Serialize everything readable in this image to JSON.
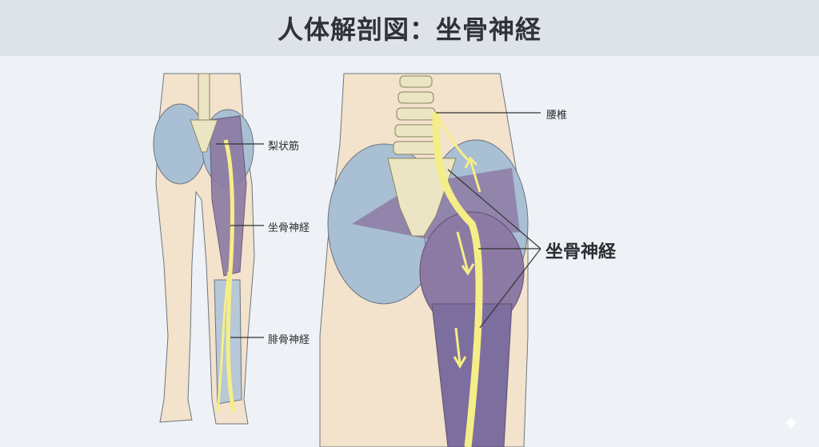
{
  "title": "人体解剖図：坐骨神経",
  "labels": {
    "piriformis": "梨状筋",
    "sciatic_small": "坐骨神経",
    "peroneal": "腓骨神経",
    "lumbar": "腰椎",
    "sciatic_large": "坐骨神経"
  },
  "colors": {
    "skin": "#f3e2cc",
    "gluteal": "#a9bfd3",
    "muscle": "#8d7aa4",
    "nerve": "#f5ee86",
    "bone": "#ebe5c3"
  },
  "watermark_icon": "sparkle-icon"
}
